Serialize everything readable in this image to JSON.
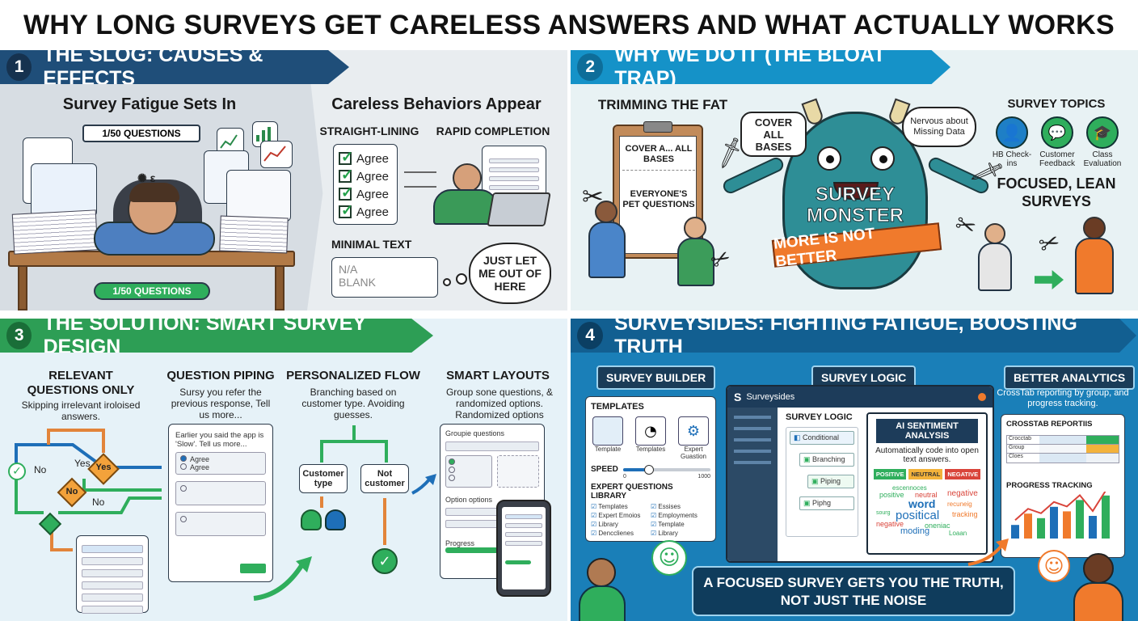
{
  "title": "WHY LONG SURVEYS GET CARELESS ANSWERS AND WHAT ACTUALLY WORKS",
  "panel1": {
    "num": "1",
    "banner": "THE SLOG: CAUSES & EFFECTS",
    "fatigue_heading": "Survey Fatigue Sets In",
    "progress_top": "1/50 QUESTIONS",
    "progress_bottom": "1/50 QUESTIONS",
    "careless_heading": "Careless Behaviors Appear",
    "straight_lining": "STRAIGHT-LINING",
    "rapid_completion": "RAPID COMPLETION",
    "agree_items": [
      "Agree",
      "Agree",
      "Agree",
      "Agree"
    ],
    "minimal_text": "MINIMAL TEXT",
    "na_text": "N/A",
    "blank_text": "BLANK",
    "thought": "JUST LET ME OUT OF HERE"
  },
  "panel2": {
    "num": "2",
    "banner": "WHY WE DO IT (THE BLOAT TRAP)",
    "trimming": "TRIMMING THE FAT",
    "clip_item1": "COVER A... ALL BASES",
    "clip_item2": "EVERYONE'S PET QUESTIONS",
    "bubble_bases": "COVER ALL BASES",
    "bubble_nervous": "Nervous about Missing Data",
    "monster_name": "SURVEY MONSTER",
    "monster_banner": "MORE IS NOT BETTER",
    "topics_heading": "SURVEY TOPICS",
    "topics": [
      "HB Check-ins",
      "Customer Feedback",
      "Class Evaluation"
    ],
    "focused": "FOCUSED, LEAN SURVEYS"
  },
  "panel3": {
    "num": "3",
    "banner": "THE SOLUTION: SMART SURVEY DESIGN",
    "relevant_heading": "RELEVANT QUESTIONS ONLY",
    "relevant_desc": "Skipping irrelevant iroloised answers.",
    "flow_yes1": "Yes",
    "flow_yes2": "Yes",
    "flow_no1": "No",
    "flow_no2": "No",
    "flow_no3": "No",
    "piping_heading": "QUESTION PIPING",
    "piping_desc": "Sursy you refer the previous response, Tell us more...",
    "piping_card": "Earlier you said the app is 'Slow'. Tell us more...",
    "piping_opt1": "Agree",
    "piping_opt2": "Agree",
    "flow_heading": "PERSONALIZED FLOW",
    "flow_desc": "Branching based on customer type. Avoiding guesses.",
    "customer_type": "Customer type",
    "not_customer": "Not customer",
    "layouts_heading": "SMART LAYOUTS",
    "layouts_desc": "Group sone questions, & randomized options. Randomized options",
    "group_label": "Groupie questions",
    "option_label": "Option options",
    "progress_label": "Progress"
  },
  "panel4": {
    "num": "4",
    "banner": "SURVEYSIDES: FIGHTING FATIGUE, BOOSTING TRUTH",
    "builder_tag": "SURVEY BUILDER",
    "logic_tag": "SURVEY LOGIC",
    "analytics_tag": "BETTER ANALYTICS",
    "analytics_desc": "CrossTab reporting by group, and progress tracking.",
    "app_name": "Surveysides",
    "templates_heading": "TEMPLATES",
    "template_items": [
      "Template",
      "Templates",
      "Expert Guastion"
    ],
    "speed_label": "SPEED",
    "speed_min": "0",
    "speed_max": "1000",
    "speed_value": 0.3,
    "library_heading": "EXPERT QUESTIONS LIBRARY",
    "library_items": [
      "Templates",
      "Essises",
      "Expert Emoios",
      "Employments",
      "Library",
      "Template",
      "Dencclienes",
      "Library"
    ],
    "logic_heading": "SURVEY LOGIC",
    "logic_items": [
      "Conditional",
      "Branching",
      "Piping",
      "Piphg"
    ],
    "ai_heading": "AI SENTIMENT ANALYSIS",
    "ai_desc": "Automatically code into open text answers.",
    "sentiments": [
      "POSITIVE",
      "NEUTRAL",
      "NEGATIVE"
    ],
    "cloud_words": [
      "positive",
      "neutral",
      "negative",
      "word",
      "positical",
      "tracking",
      "moding",
      "negative",
      "oneniac",
      "Loaan",
      "recuneig",
      "sourg",
      "escennoces"
    ],
    "crosstab_heading": "CROSSTAB REPORTIIS",
    "crosstab_rows": [
      "Crocctab",
      "Group",
      "Cloes"
    ],
    "progress_heading": "PROGRESS TRACKING",
    "progress_bars": [
      0.3,
      0.55,
      0.45,
      0.7,
      0.6,
      0.85,
      0.5,
      0.95
    ],
    "footer_line1": "A FOCUSED SURVEY GETS YOU THE TRUTH,",
    "footer_line2": "NOT JUST THE NOISE"
  }
}
